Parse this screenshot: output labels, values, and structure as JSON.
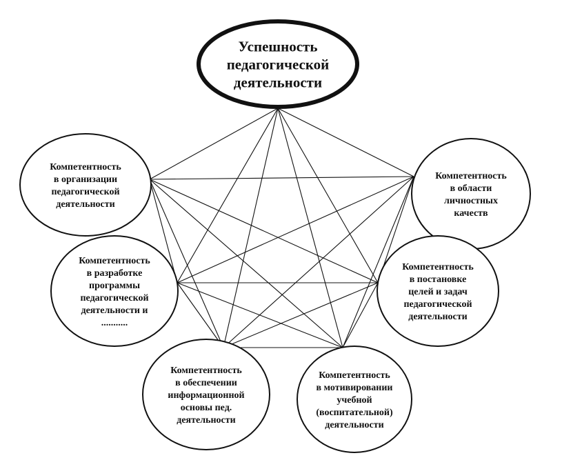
{
  "diagram": {
    "nodes": [
      {
        "id": "success",
        "kind": "center",
        "lines": [
          "Успешность",
          "педагогической",
          "деятельности"
        ]
      },
      {
        "id": "organization",
        "kind": "competence",
        "lines": [
          "Компетентность",
          "в организации",
          "педагогической",
          "деятельности"
        ]
      },
      {
        "id": "personal",
        "kind": "competence",
        "lines": [
          "Компетентность",
          "в области",
          "личностных",
          "качеств"
        ]
      },
      {
        "id": "program",
        "kind": "competence",
        "lines": [
          "Компетентность",
          "в разработке",
          "программы",
          "педагогической",
          "деятельности и",
          "..........."
        ]
      },
      {
        "id": "goals",
        "kind": "competence",
        "lines": [
          "Компетентность",
          "в постановке",
          "целей и задач",
          "педагогической",
          "деятельности"
        ]
      },
      {
        "id": "information",
        "kind": "competence",
        "lines": [
          "Компетентность",
          "в обеспечении",
          "информационной",
          "основы пед.",
          "деятельности"
        ]
      },
      {
        "id": "motivation",
        "kind": "competence",
        "lines": [
          "Компетентность",
          "в мотивировании",
          "учебной",
          "(воспитательной)",
          "деятельности"
        ]
      }
    ],
    "connections": "all-to-all"
  }
}
